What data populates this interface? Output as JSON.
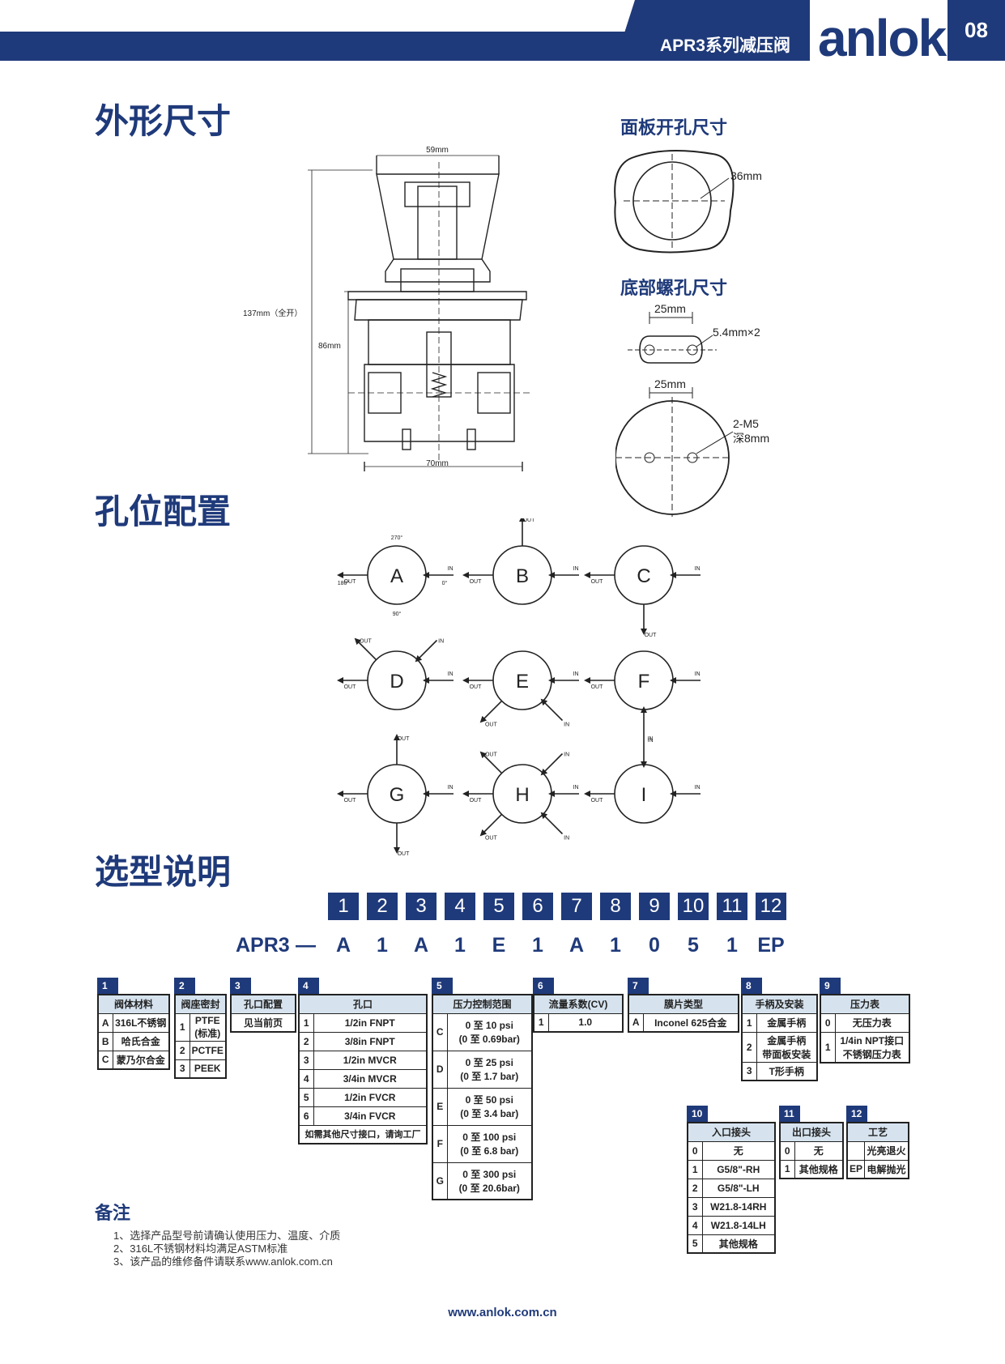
{
  "header": {
    "series": "APR3系列减压阀",
    "logo": "anlok",
    "page": "08"
  },
  "sections": {
    "dimensions": "外形尺寸",
    "ports": "孔位配置",
    "selection": "选型说明",
    "notes_title": "备注"
  },
  "dimensions": {
    "panel_title": "面板开孔尺寸",
    "bottom_title": "底部螺孔尺寸",
    "width_top": "59mm",
    "height_total": "137mm（全开）",
    "height_body": "86mm",
    "width_bottom": "70mm",
    "panel_dia": "36mm",
    "hole_spacing1": "25mm",
    "hole_size": "5.4mm×2",
    "hole_spacing2": "25mm",
    "thread": "2-M5",
    "depth": "深8mm"
  },
  "ports": {
    "letters": [
      "A",
      "B",
      "C",
      "D",
      "E",
      "F",
      "G",
      "H",
      "I"
    ],
    "out": "OUT",
    "in": "IN",
    "deg270": "270°",
    "deg180": "180°",
    "deg90": "90°",
    "deg0": "0°"
  },
  "code": {
    "numbers": [
      "1",
      "2",
      "3",
      "4",
      "5",
      "6",
      "7",
      "8",
      "9",
      "10",
      "11",
      "12"
    ],
    "prefix": "APR3",
    "dash": "—",
    "values": [
      "A",
      "1",
      "A",
      "1",
      "E",
      "1",
      "A",
      "1",
      "0",
      "5",
      "1",
      "EP"
    ]
  },
  "tables": {
    "t1": {
      "no": "1",
      "title": "阀体材料",
      "rows": [
        [
          "A",
          "316L不锈钢"
        ],
        [
          "B",
          "哈氏合金"
        ],
        [
          "C",
          "蒙乃尔合金"
        ]
      ]
    },
    "t2": {
      "no": "2",
      "title": "阀座密封",
      "rows": [
        [
          "1",
          "PTFE\n(标准)"
        ],
        [
          "2",
          "PCTFE"
        ],
        [
          "3",
          "PEEK"
        ]
      ]
    },
    "t3": {
      "no": "3",
      "title": "孔口配置",
      "rows": [
        [
          "见当前页"
        ]
      ]
    },
    "t4": {
      "no": "4",
      "title": "孔口",
      "rows": [
        [
          "1",
          "1/2in FNPT"
        ],
        [
          "2",
          "3/8in FNPT"
        ],
        [
          "3",
          "1/2in MVCR"
        ],
        [
          "4",
          "3/4in MVCR"
        ],
        [
          "5",
          "1/2in FVCR"
        ],
        [
          "6",
          "3/4in FVCR"
        ]
      ],
      "foot": "如需其他尺寸接口，请询工厂"
    },
    "t5": {
      "no": "5",
      "title": "压力控制范围",
      "rows": [
        [
          "C",
          "0 至 10 psi",
          "(0 至 0.69bar)"
        ],
        [
          "D",
          "0 至 25 psi",
          "(0 至 1.7 bar)"
        ],
        [
          "E",
          "0 至 50 psi",
          "(0 至 3.4 bar)"
        ],
        [
          "F",
          "0 至 100 psi",
          "(0 至 6.8 bar)"
        ],
        [
          "G",
          "0 至 300 psi",
          "(0 至 20.6bar)"
        ]
      ]
    },
    "t6": {
      "no": "6",
      "title": "流量系数(CV)",
      "rows": [
        [
          "1",
          "1.0"
        ]
      ]
    },
    "t7": {
      "no": "7",
      "title": "膜片类型",
      "rows": [
        [
          "A",
          "Inconel 625合金"
        ]
      ]
    },
    "t8": {
      "no": "8",
      "title": "手柄及安装",
      "rows": [
        [
          "1",
          "金属手柄"
        ],
        [
          "2",
          "金属手柄\n带面板安装"
        ],
        [
          "3",
          "T形手柄"
        ]
      ]
    },
    "t9": {
      "no": "9",
      "title": "压力表",
      "rows": [
        [
          "0",
          "无压力表"
        ],
        [
          "1",
          "1/4in NPT接口\n不锈钢压力表"
        ]
      ]
    },
    "t10": {
      "no": "10",
      "title": "入口接头",
      "rows": [
        [
          "0",
          "无"
        ],
        [
          "1",
          "G5/8\"-RH"
        ],
        [
          "2",
          "G5/8\"-LH"
        ],
        [
          "3",
          "W21.8-14RH"
        ],
        [
          "4",
          "W21.8-14LH"
        ],
        [
          "5",
          "其他规格"
        ]
      ]
    },
    "t11": {
      "no": "11",
      "title": "出口接头",
      "rows": [
        [
          "0",
          "无"
        ],
        [
          "1",
          "其他规格"
        ]
      ]
    },
    "t12": {
      "no": "12",
      "title": "工艺",
      "rows": [
        [
          "",
          "光亮退火"
        ],
        [
          "EP",
          "电解抛光"
        ]
      ]
    }
  },
  "notes": [
    "1、选择产品型号前请确认使用压力、温度、介质",
    "2、316L不锈钢材料均满足ASTM标准",
    "3、该产品的维修备件请联系www.anlok.com.cn"
  ],
  "footer": "www.anlok.com.cn"
}
